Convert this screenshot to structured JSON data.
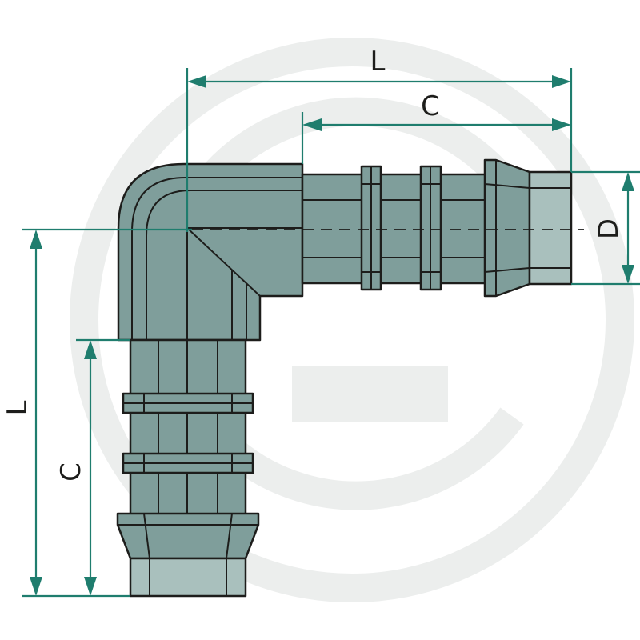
{
  "dimensions": {
    "length_top": "L",
    "center_top": "C",
    "diameter": "D",
    "length_side": "L",
    "center_side": "C"
  },
  "colors": {
    "part_fill": "#7f9e9b",
    "part_tip": "#a9c0bd",
    "dimension_lines": "#1f7d6e",
    "outline": "#1d1d1b",
    "watermark": "#eceeed"
  }
}
